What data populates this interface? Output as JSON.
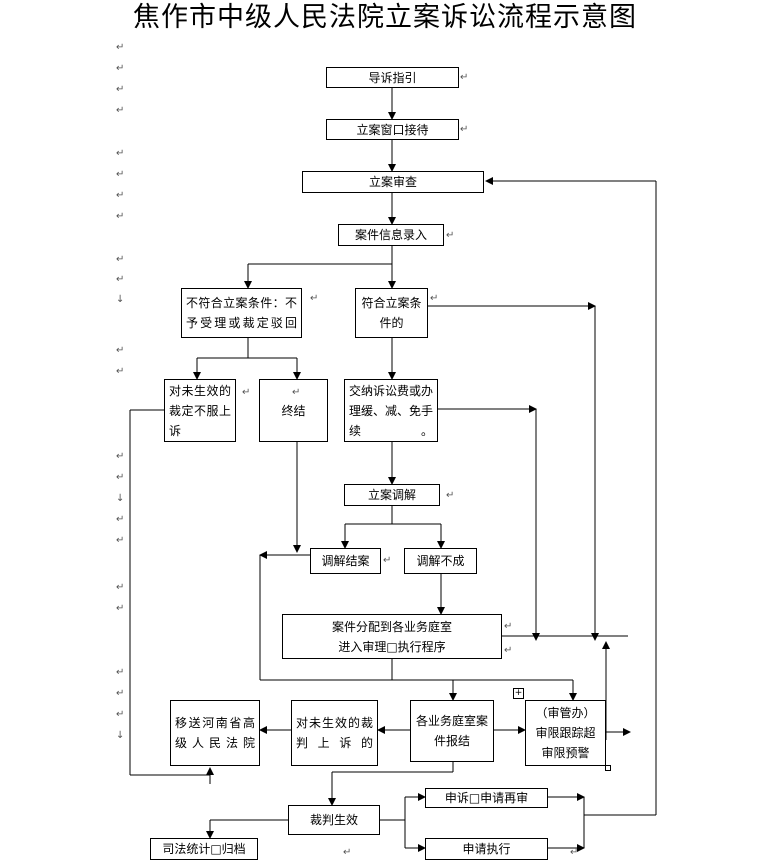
{
  "title": "焦作市中级人民法院立案诉讼流程示意图",
  "nodes": {
    "guide": "导诉指引",
    "window": "立案窗口接待",
    "review": "立案审查",
    "entry": "案件信息录入",
    "reject": "不符合立案条件：不予受理或裁定驳回",
    "accept": "符合立案条件的",
    "appeal_ruling": "对未生效的裁定不服上诉",
    "terminate": "终结",
    "fees": "交纳诉讼费或办理缓、减、免手续。",
    "mediation": "立案调解",
    "mediation_success": "调解结案",
    "mediation_fail": "调解不成",
    "assign_line1": "案件分配到各业务庭室",
    "assign_line2": "进入审理□执行程序",
    "transfer": "移送河南省高级人民法院",
    "appeal_judgment": "对未生效的裁判上诉的",
    "tribunal_report": "各业务庭室案件报结",
    "supervision": "（审管办）审限跟踪超审限预警",
    "effective": "裁判生效",
    "petition": "申诉□申请再审",
    "statistics": "司法统计□归档",
    "enforcement": "申请执行"
  },
  "marks": {
    "paragraph": "↵",
    "paragraph_alt": "↓",
    "table_handle": "+"
  }
}
